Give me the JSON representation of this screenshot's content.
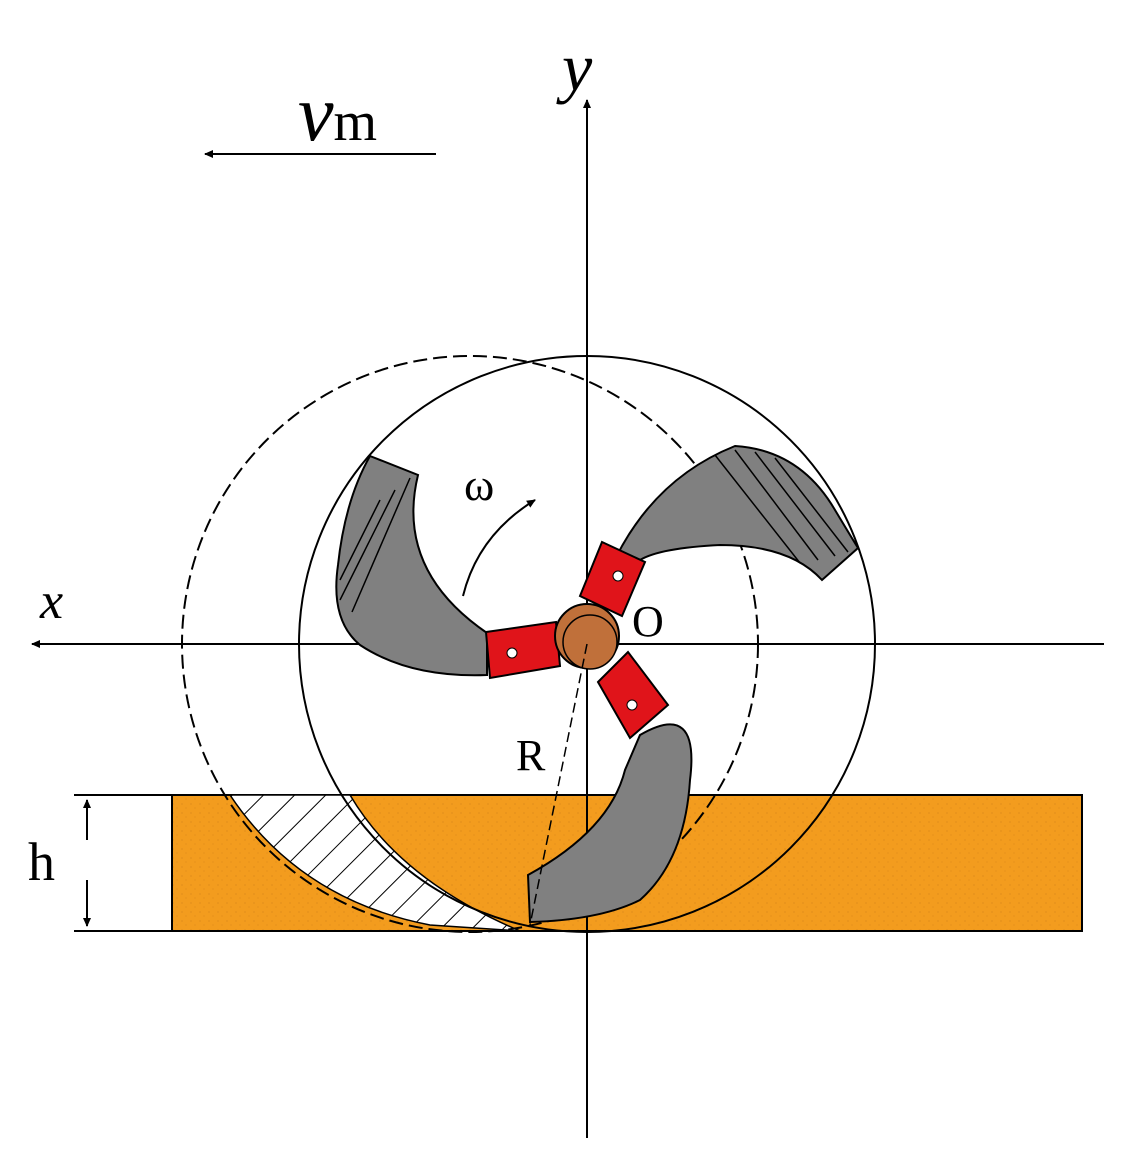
{
  "labels": {
    "y_axis": "y",
    "x_axis": "x",
    "velocity_symbol": "v",
    "velocity_subscript": "m",
    "angular_velocity": "ω",
    "center": "O",
    "radius": "R",
    "depth": "h"
  },
  "colors": {
    "soil": "#F39C1E",
    "blade": "#808080",
    "holder": "#E0141A",
    "hub": "#C0703A",
    "line": "#000000",
    "background": "#FFFFFF"
  }
}
